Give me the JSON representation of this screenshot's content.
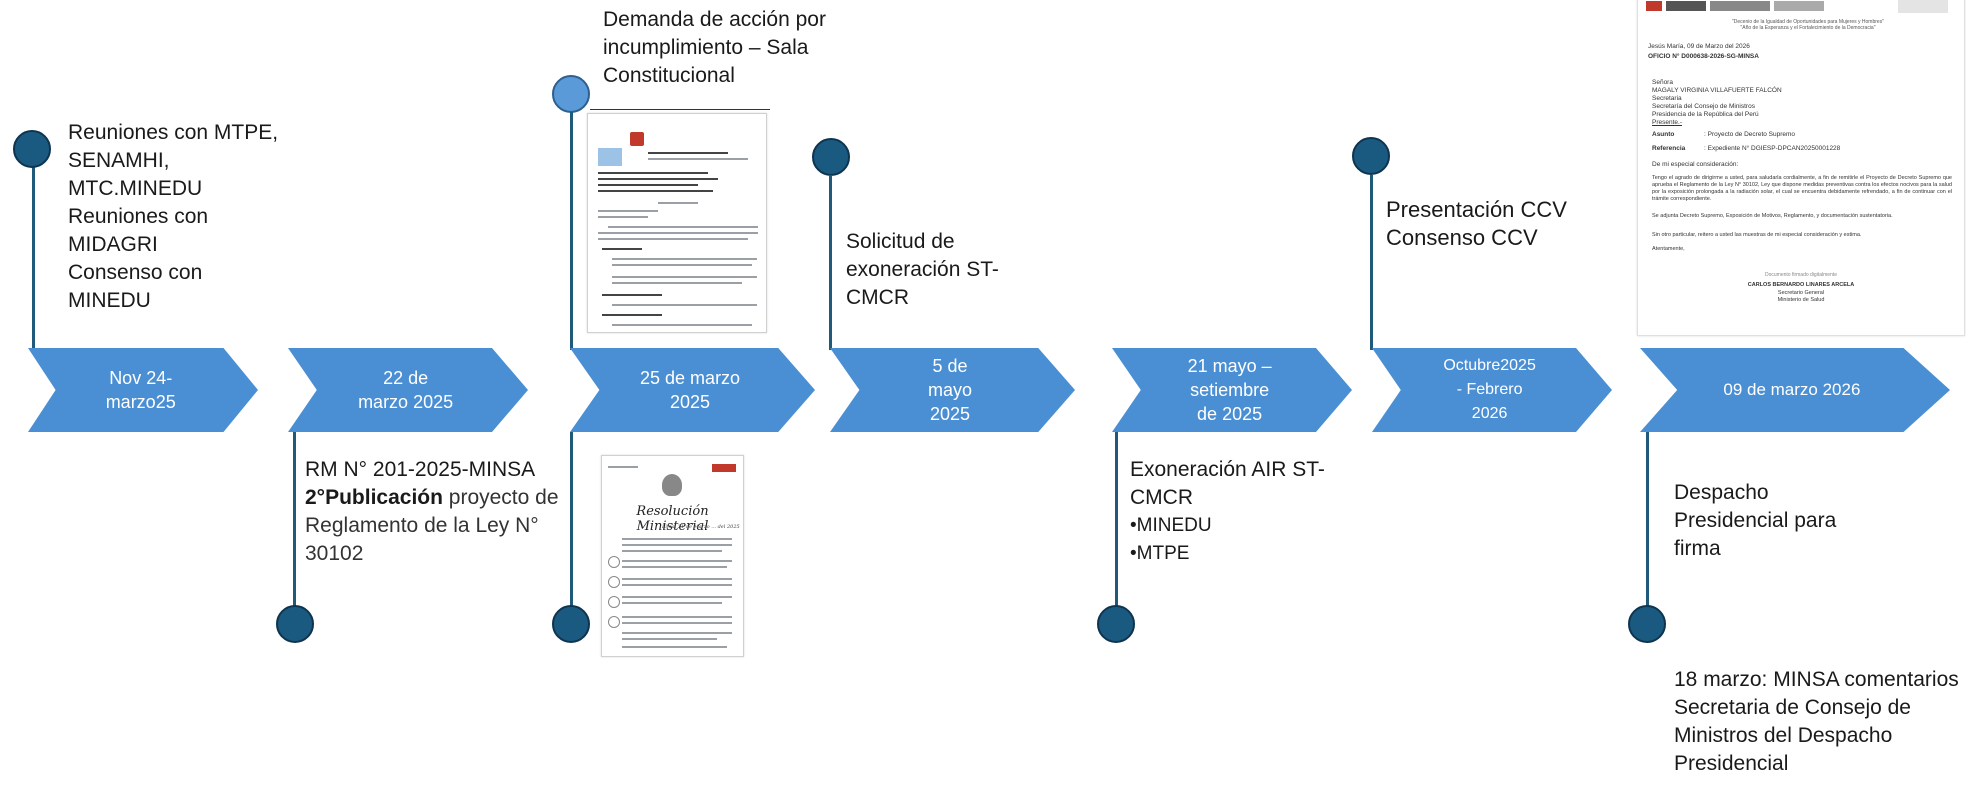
{
  "milestones": [
    {
      "date": "Nov 24-\nmarzo25",
      "text": [
        "Reuniones con MTPE, SENAMHI, MTC.MINEDU",
        "Reuniones con MIDAGRI",
        "Consenso con MINEDU"
      ]
    },
    {
      "date": "22 de\nmarzo 2025",
      "text_line1": "RM N° 201-2025-MINSA",
      "text_bold": "2°Publicación",
      "text_rest": " proyecto de Reglamento de la Ley N° 30102"
    },
    {
      "date": "25 de marzo\n2025",
      "text": "Demanda de acción por incumplimiento – Sala Constitucional"
    },
    {
      "date": "5 de\nmayo\n2025",
      "text": "Solicitud de exoneración ST-CMCR"
    },
    {
      "date": "21 mayo –\nsetiembre\nde 2025",
      "text_title": "Exoneración AIR ST-CMCR",
      "bullets": [
        "MINEDU",
        "MTPE"
      ]
    },
    {
      "date": "Octubre2025\n- Febrero\n2026",
      "text": [
        "Presentación CCV",
        "Consenso CCV"
      ]
    },
    {
      "date": "09 de marzo 2026",
      "text_top": "Despacho Presidencial para firma",
      "text_bottom": "18 marzo: MINSA comentarios Secretaria de Consejo de Ministros del Despacho Presidencial"
    }
  ],
  "resolution_doc": {
    "title": "Resolución Ministerial",
    "date_line": "Lima, 21 de Marzo ... del 2025"
  },
  "oficio_doc": {
    "header_quote": "\"Decenio de la Igualdad de Oportunidades para Mujeres y Hombres\"\n\"Año de la Esperanza y el Fortalecimiento de la Democracia\"",
    "place_date": "Jesús María, 09 de Marzo del 2026",
    "number": "OFICIO N°   D000638-2026-SG-MINSA",
    "recipient": [
      "Señora",
      "MAGALY VIRGINIA VILLAFUERTE FALCÓN",
      "Secretaria",
      "Secretaría del Consejo de Ministros",
      "Presidencia de la República del Perú",
      "Presente.-"
    ],
    "asunto_label": "Asunto",
    "asunto": ":   Proyecto de Decreto Supremo",
    "ref_label": "Referencia",
    "ref": ":   Expediente N° DGIESP-DPCAN20250001228",
    "greeting": "De mi especial consideración:",
    "body1": "Tengo el agrado de dirigirme a usted, para saludarla cordialmente, a fin de remitirle el Proyecto de Decreto Supremo que aprueba el Reglamento de la Ley N° 30102, Ley que dispone medidas preventivas contra los efectos nocivos para la salud por la exposición prolongada a la radiación solar, el cual se encuentra debidamente refrendado, a fin de continuar con el trámite correspondiente.",
    "body2": "Se adjunta Decreto Supremo, Exposición de Motivos, Reglamento, y documentación sustentatoria.",
    "body3": "Sin otro particular, reitero a usted las muestras de mi especial consideración y estima.",
    "closing": "Atentamente,",
    "signed": "Documento firmado digitalmente",
    "signer": "CARLOS BERNARDO LINARES ARCELA",
    "role1": "Secretario General",
    "role2": "Ministerio de Salud"
  }
}
